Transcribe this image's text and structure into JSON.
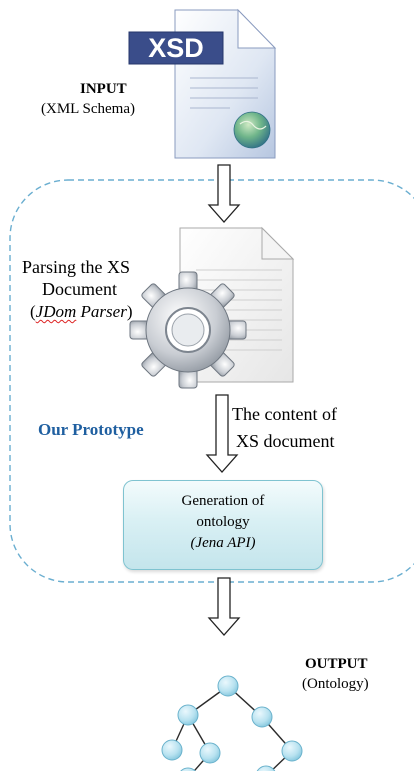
{
  "input": {
    "file_label": "XSD",
    "title": "INPUT",
    "subtitle": "(XML Schema)"
  },
  "prototype": {
    "label": "Our Prototype"
  },
  "parsing": {
    "line1": "Parsing the XS",
    "line2": "Document",
    "open_paren": "(",
    "tool_word1": "JDom",
    "tool_word2": " Parser",
    "close_paren": ")"
  },
  "flow_label": {
    "line1": "The content of",
    "line2": "XS document"
  },
  "generation": {
    "line1": "Generation of",
    "line2": "ontology",
    "tool": "(Jena API)"
  },
  "output": {
    "title": "OUTPUT",
    "subtitle": "(Ontology)"
  },
  "colors": {
    "dashed_border": "#6aaed0",
    "prototype_text": "#1f5fa0",
    "xsd_banner": "#3a4d8a",
    "node_fill": "#b8e2f0",
    "node_stroke": "#6ab2cc"
  },
  "icons": [
    "xsd-file-icon",
    "document-icon",
    "gear-icon",
    "ontology-tree-icon",
    "down-arrow-icon"
  ]
}
